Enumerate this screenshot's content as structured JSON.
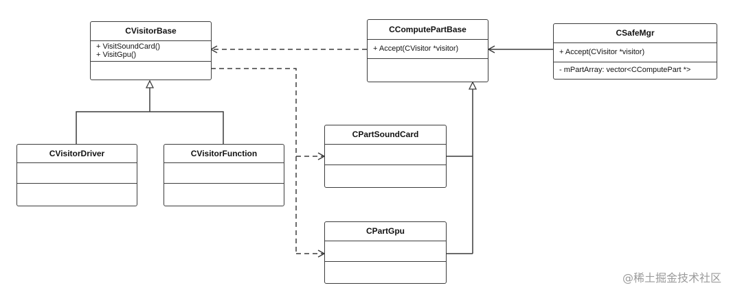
{
  "classes": {
    "visitor_base": {
      "name": "CVisitorBase",
      "methods": [
        "+ VisitSoundCard()",
        "+ VisitGpu()"
      ]
    },
    "compute_part_base": {
      "name": "CComputePartBase",
      "methods": [
        "+ Accept(CVisitor *visitor)"
      ]
    },
    "safe_mgr": {
      "name": "CSafeMgr",
      "methods": [
        "+ Accept(CVisitor *visitor)"
      ],
      "attributes": [
        "- mPartArray: vector<CComputePart *>"
      ]
    },
    "visitor_driver": {
      "name": "CVisitorDriver"
    },
    "visitor_function": {
      "name": "CVisitorFunction"
    },
    "part_sound_card": {
      "name": "CPartSoundCard"
    },
    "part_gpu": {
      "name": "CPartGpu"
    }
  },
  "watermark": "@稀土掘金技术社区",
  "colors": {
    "line": "#3a3a3a",
    "watermark": "#9a9a9a"
  }
}
